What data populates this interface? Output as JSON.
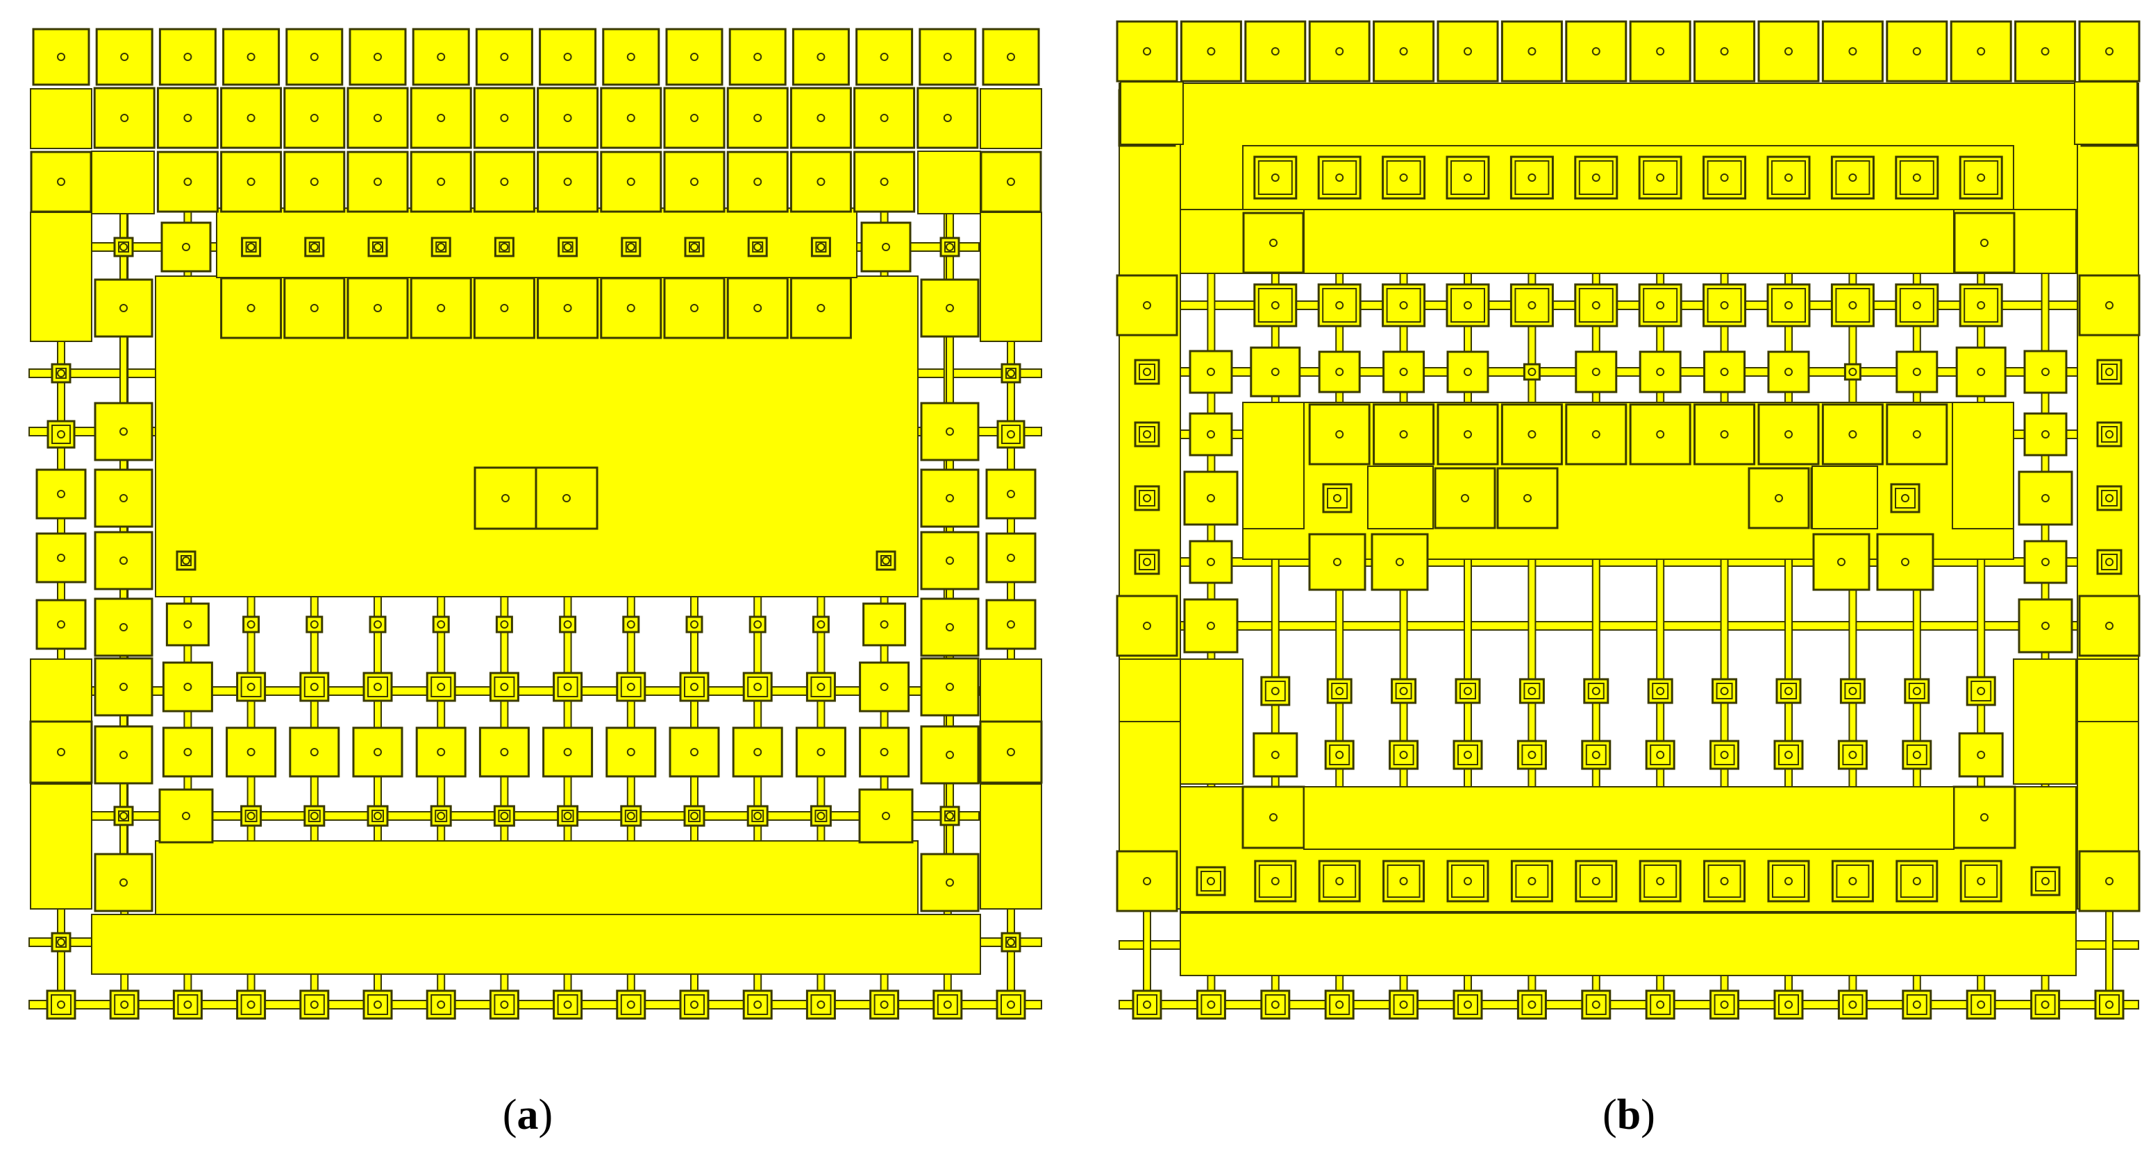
{
  "figure": {
    "panels": [
      {
        "id": "a",
        "caption_open": "(",
        "caption_letter": "a",
        "caption_close": ")"
      },
      {
        "id": "b",
        "caption_open": "(",
        "caption_letter": "b",
        "caption_close": ")"
      }
    ]
  },
  "colors": {
    "fill": "#ffff00",
    "stroke": "#3a3a00",
    "background": "#ffffff"
  }
}
